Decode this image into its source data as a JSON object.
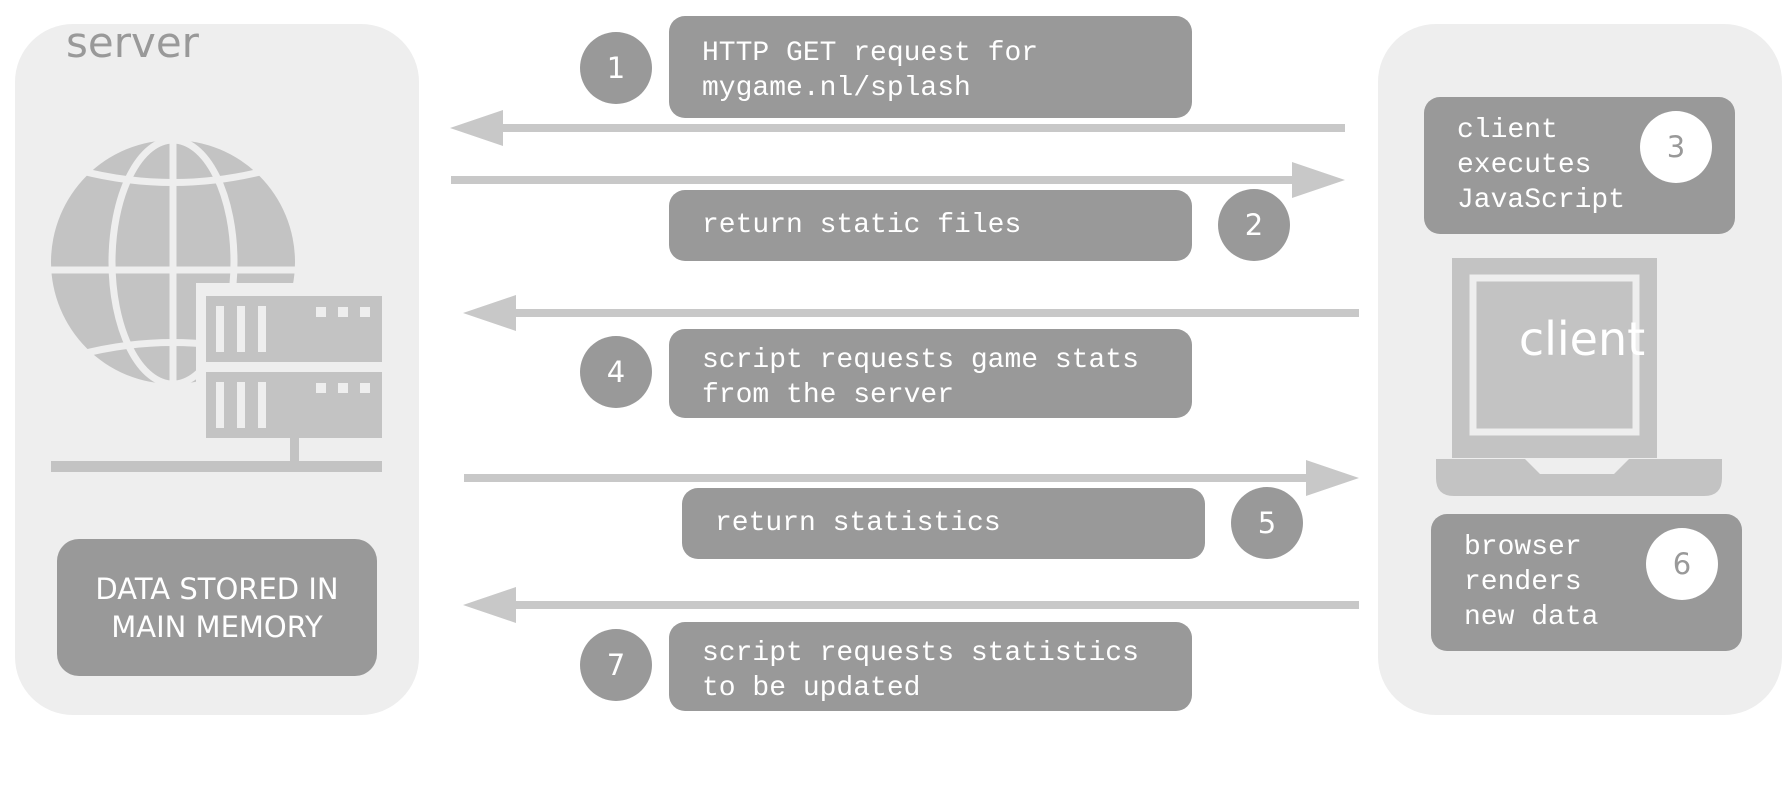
{
  "server": {
    "title": "server",
    "memory_lines": [
      "DATA STORED IN",
      "MAIN MEMORY"
    ]
  },
  "client": {
    "label": "client"
  },
  "steps": [
    {
      "num": "1",
      "lines": [
        "HTTP GET request for",
        "mygame.nl/splash"
      ]
    },
    {
      "num": "2",
      "lines": [
        "return static files"
      ]
    },
    {
      "num": "3",
      "lines": [
        "client",
        "executes",
        "JavaScript"
      ]
    },
    {
      "num": "4",
      "lines": [
        "script requests game stats",
        "from the server"
      ]
    },
    {
      "num": "5",
      "lines": [
        "return statistics"
      ]
    },
    {
      "num": "6",
      "lines": [
        "browser",
        "renders",
        "new data"
      ]
    },
    {
      "num": "7",
      "lines": [
        "script requests statistics",
        "to be updated"
      ]
    }
  ],
  "colors": {
    "panel": "#eeeeee",
    "box": "#999999",
    "arrow": "#c8c8c8",
    "icon": "#c3c3c3",
    "text": "#ffffff"
  }
}
